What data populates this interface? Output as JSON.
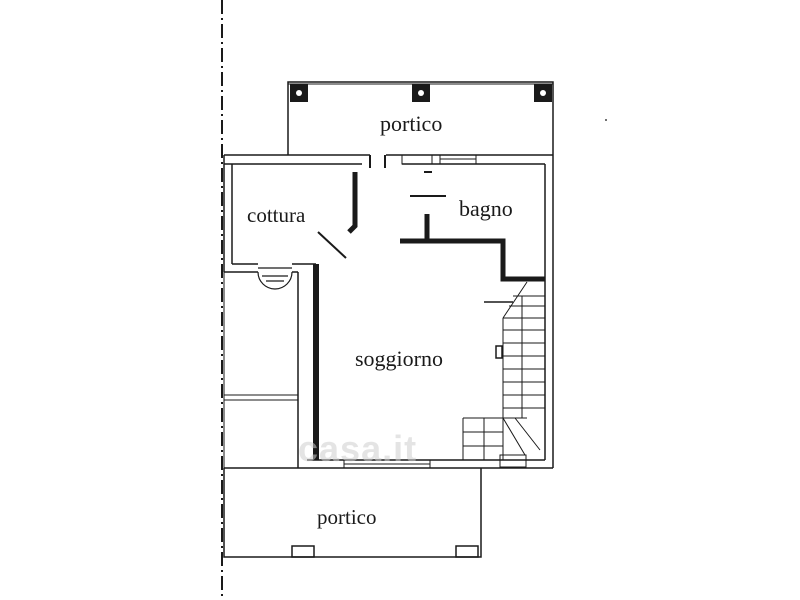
{
  "rooms": {
    "portico_top": "portico",
    "cottura": "cottura",
    "bagno": "bagno",
    "soggiorno": "soggiorno",
    "portico_bottom": "portico"
  },
  "watermark": "casa.it",
  "colors": {
    "line": "#1a1a1a",
    "background": "#ffffff",
    "watermark": "#cdcdcd"
  }
}
